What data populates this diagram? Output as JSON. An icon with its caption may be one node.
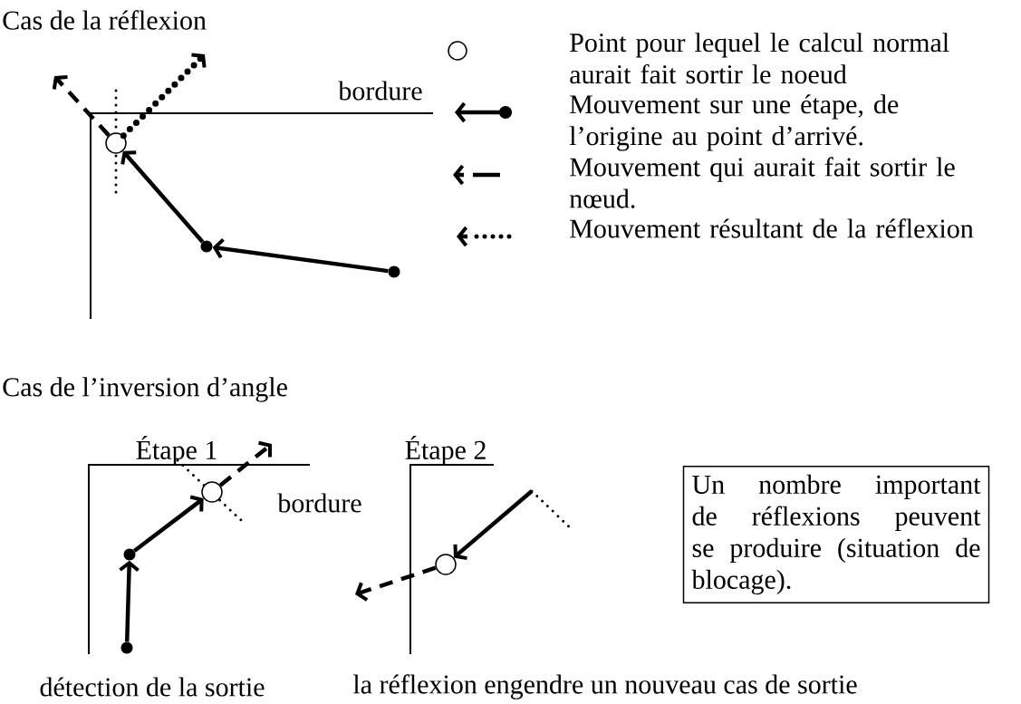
{
  "diagram": {
    "nodes": [
      {
        "text": [],
        "shape": "dot"
      },
      {
        "text": [],
        "shape": "dot"
      },
      {
        "text": [],
        "shape": "circle"
      },
      {
        "text": [],
        "shape": "dot"
      },
      {
        "text": [],
        "shape": "dot"
      },
      {
        "text": [],
        "shape": "circle"
      },
      {
        "text": [],
        "shape": "circle"
      },
      {
        "text": [
          "Un nombre important de réflexions peuvent se produire (situation de blocage)."
        ]
      }
    ],
    "edges": [
      {
        "from": 0,
        "to": 1,
        "arrow": "to"
      },
      {
        "from": 1,
        "to": 2,
        "arrow": "to"
      },
      {
        "from": 2,
        "to": null,
        "arrow": "to",
        "style": "dashed"
      },
      {
        "from": 2,
        "to": null,
        "arrow": "to",
        "style": "dashed"
      },
      {
        "from": 3,
        "to": 4,
        "arrow": "to"
      },
      {
        "from": 4,
        "to": 5,
        "arrow": "to"
      },
      {
        "from": 5,
        "to": null,
        "arrow": "to",
        "style": "dashed"
      },
      {
        "from": null,
        "to": 6,
        "arrow": "to"
      },
      {
        "from": 6,
        "to": null,
        "arrow": "to",
        "style": "dashed"
      }
    ],
    "labels": [
      "Cas de la réflexion",
      "bordure",
      "Cas de l’inversion d’angle",
      "Étape 1",
      "bordure",
      "Étape 2",
      "détection de la sortie",
      "la réflexion engendre un nouveau cas de sortie"
    ],
    "legend": [
      {
        "text": "Point pour lequel le calcul normal aurait fait sortir le noeud"
      },
      {
        "text": "Mouvement sur une étape, de l’origine au point d’arrivé."
      },
      {
        "text": "Mouvement qui aurait fait sortir le nœud."
      },
      {
        "text": "Mouvement résultant de la réflexion"
      }
    ]
  }
}
